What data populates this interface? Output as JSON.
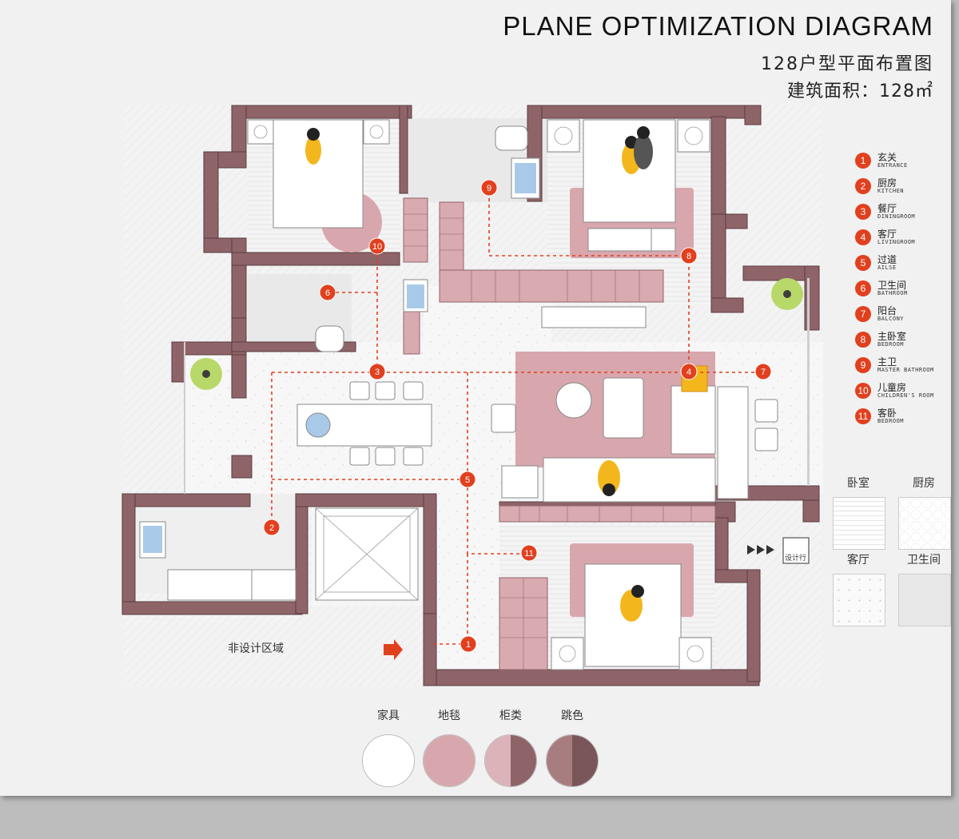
{
  "header": {
    "title": "PLANE OPTIMIZATION DIAGRAM",
    "subtitle": "128户型平面布置图",
    "area": "建筑面积：128㎡"
  },
  "legend": [
    {
      "num": "1",
      "zh": "玄关",
      "en": "ENTRANCE"
    },
    {
      "num": "2",
      "zh": "厨房",
      "en": "KITCHEN"
    },
    {
      "num": "3",
      "zh": "餐厅",
      "en": "DININGROOM"
    },
    {
      "num": "4",
      "zh": "客厅",
      "en": "LIVINGROOM"
    },
    {
      "num": "5",
      "zh": "过道",
      "en": "AILSE"
    },
    {
      "num": "6",
      "zh": "卫生间",
      "en": "BATHROOM"
    },
    {
      "num": "7",
      "zh": "阳台",
      "en": "BALCONY"
    },
    {
      "num": "8",
      "zh": "主卧室",
      "en": "BEDROOM"
    },
    {
      "num": "9",
      "zh": "主卫",
      "en": "MASTER BATHROOM"
    },
    {
      "num": "10",
      "zh": "儿童房",
      "en": "CHILDREN'S ROOM"
    },
    {
      "num": "11",
      "zh": "客卧",
      "en": "BEDROOM"
    }
  ],
  "floor_swatches": [
    {
      "label": "卧室",
      "pattern": "lines"
    },
    {
      "label": "厨房",
      "pattern": "hex"
    },
    {
      "label": "客厅",
      "pattern": "speckle"
    },
    {
      "label": "卫生间",
      "pattern": "plain"
    }
  ],
  "materials": [
    {
      "label": "家具",
      "left": "#ffffff",
      "right": "#ffffff"
    },
    {
      "label": "地毯",
      "left": "#d8a7ad",
      "right": "#d8a7ad"
    },
    {
      "label": "柜类",
      "left": "#dcb3b8",
      "right": "#8e6469"
    },
    {
      "label": "跳色",
      "left": "#a87d80",
      "right": "#7a5559"
    }
  ],
  "plan": {
    "non_design_area": "非设计区域",
    "entry_mark": "设计行",
    "markers": [
      "1",
      "2",
      "3",
      "4",
      "5",
      "6",
      "7",
      "8",
      "9",
      "10",
      "11"
    ]
  },
  "colors": {
    "wall": "#8e6469",
    "wall_edge": "#5b3d40",
    "carpet": "#d8a7ad",
    "cabinet": "#d9aab0",
    "marker": "#e1401f",
    "path": "#e1401f",
    "figure": "#f3b71d"
  }
}
